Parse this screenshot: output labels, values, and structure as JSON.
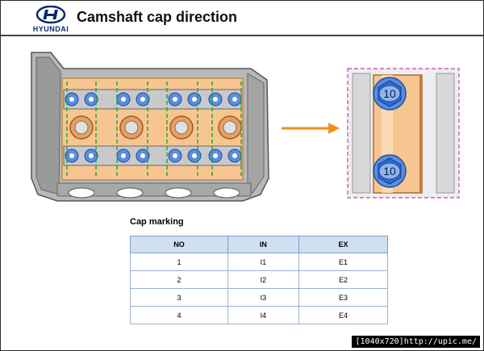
{
  "header": {
    "logo_text": "HYUNDAI",
    "title": "Camshaft cap direction"
  },
  "diagram": {
    "detail_cap_marks": [
      "10",
      "10"
    ],
    "colors": {
      "cap_orange": "#f7c690",
      "bolt_blue": "#5a8de0",
      "arrow": "#f0901a",
      "guide_green": "#1faa32",
      "detail_frame": "#c040c0"
    }
  },
  "cap_marking": {
    "heading": "Cap marking",
    "columns": [
      "NO",
      "IN",
      "EX"
    ],
    "rows": [
      [
        "1",
        "I1",
        "E1"
      ],
      [
        "2",
        "I2",
        "E2"
      ],
      [
        "3",
        "I3",
        "E3"
      ],
      [
        "4",
        "I4",
        "E4"
      ]
    ]
  },
  "footer": {
    "text": "[1040x720]http://upic.me/"
  }
}
